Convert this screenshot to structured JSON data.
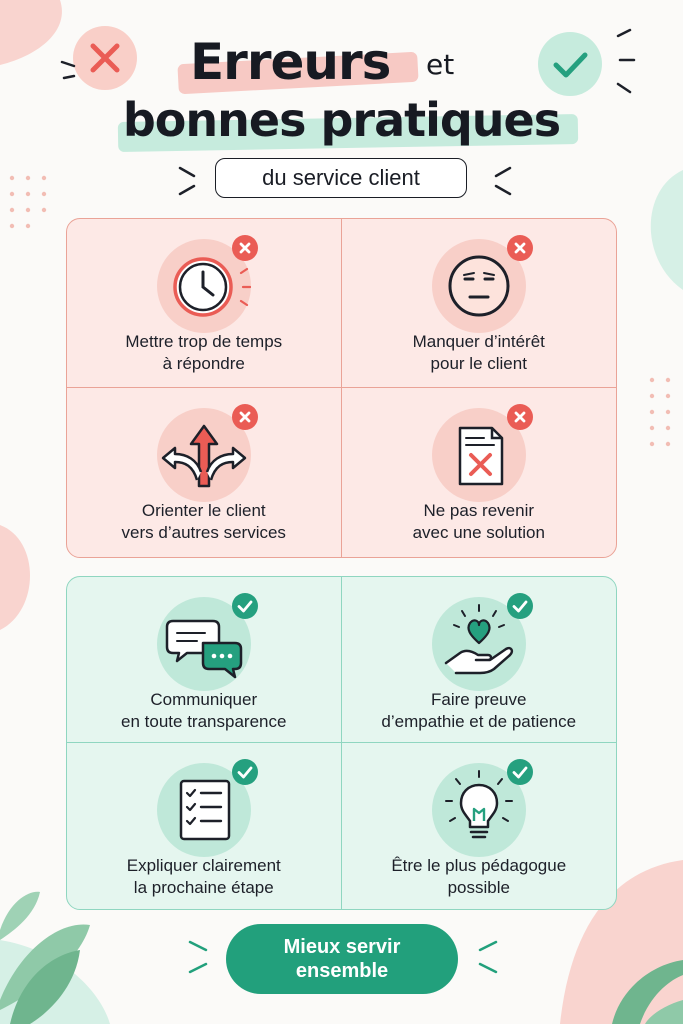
{
  "header": {
    "title_word1": "Erreurs",
    "title_word2": "et",
    "title_line2": "bonnes pratiques",
    "subtitle": "du service client"
  },
  "errors": {
    "items": [
      {
        "line1": "Mettre trop de temps",
        "line2": "à répondre",
        "icon": "clock-icon"
      },
      {
        "line1": "Manquer d’intérêt",
        "line2": "pour le client",
        "icon": "bored-face-icon"
      },
      {
        "line1": "Orienter le client",
        "line2": "vers d’autres services",
        "icon": "split-arrows-icon"
      },
      {
        "line1": "Ne pas revenir",
        "line2": "avec une solution",
        "icon": "document-x-icon"
      }
    ]
  },
  "good_practices": {
    "items": [
      {
        "line1": "Communiquer",
        "line2": "en toute transparence",
        "icon": "chat-bubbles-icon"
      },
      {
        "line1": "Faire preuve",
        "line2": "d’empathie et de patience",
        "icon": "heart-hand-icon"
      },
      {
        "line1": "Expliquer clairement",
        "line2": "la prochaine étape",
        "icon": "checklist-icon"
      },
      {
        "line1": "Être le plus pédagogue",
        "line2": "possible",
        "icon": "lightbulb-icon"
      }
    ]
  },
  "cta": {
    "line1": "Mieux servir",
    "line2": "ensemble"
  },
  "colors": {
    "error_accent": "#ea5c55",
    "good_accent": "#25a07f",
    "text": "#171a22"
  }
}
